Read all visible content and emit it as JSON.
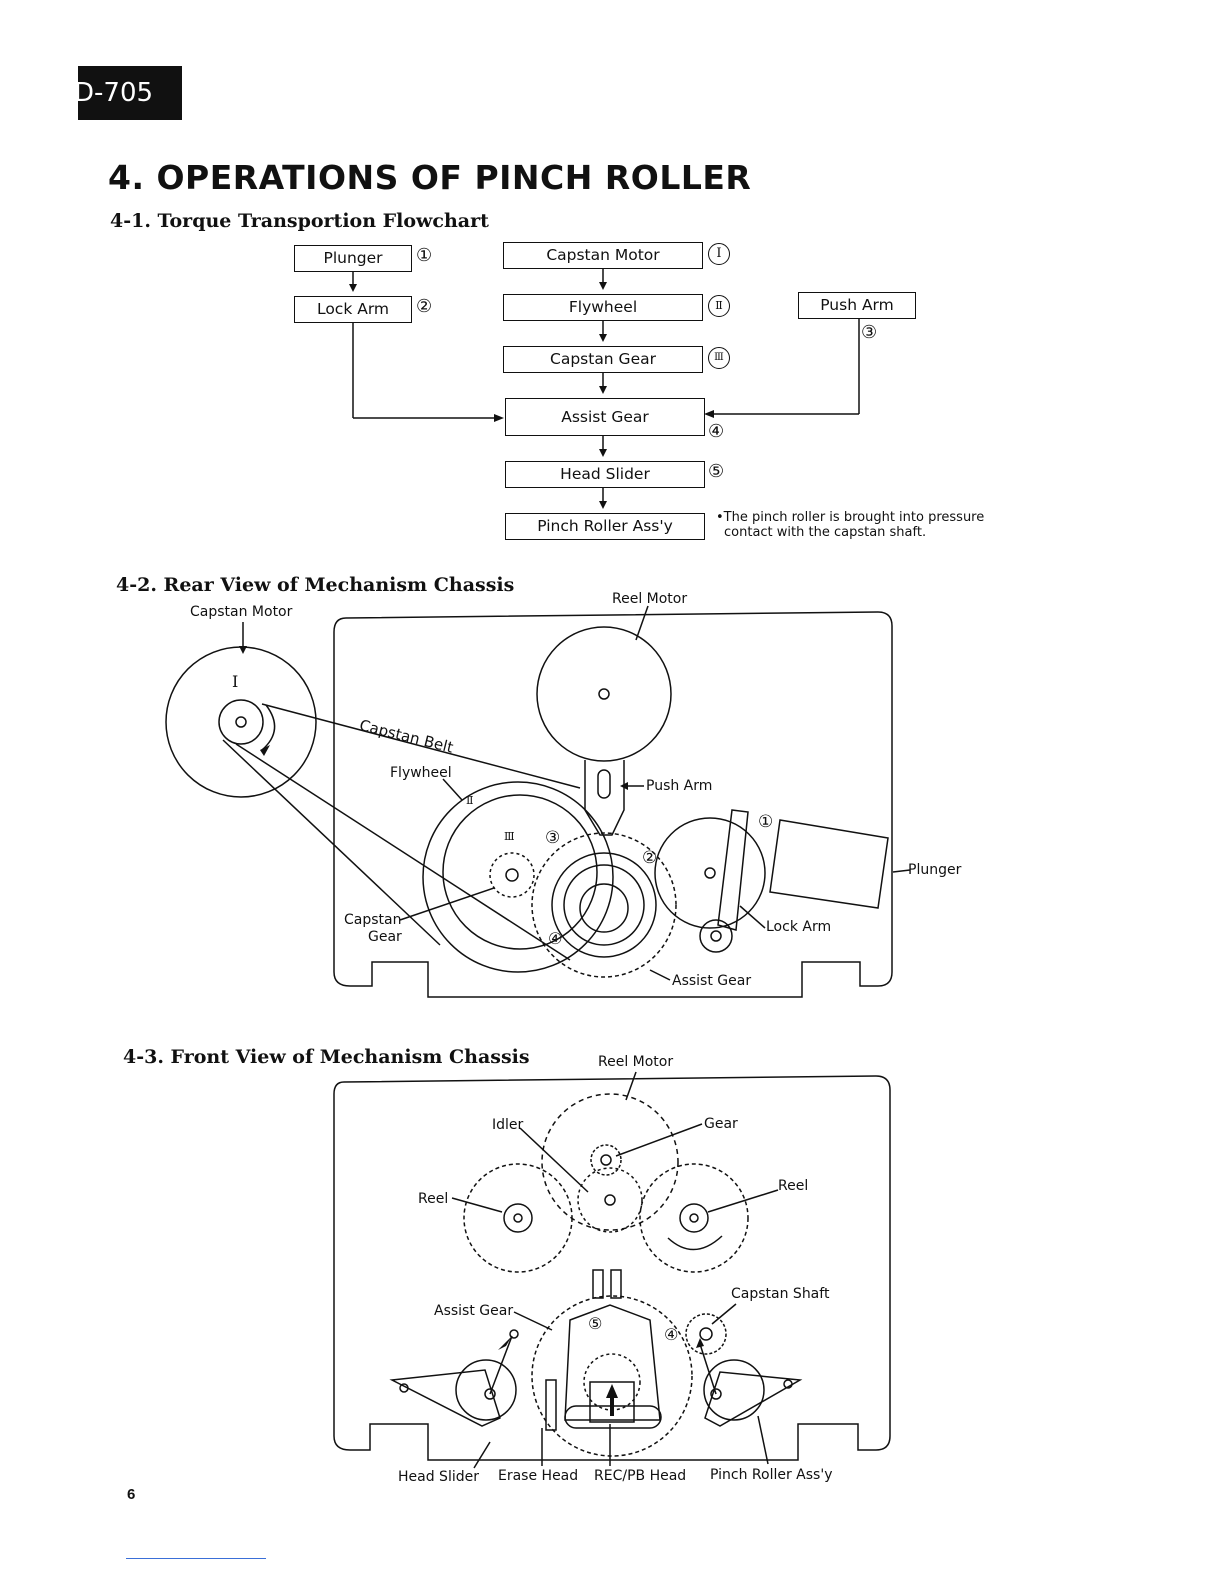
{
  "header": {
    "model_tab": "D-705"
  },
  "page": {
    "title": "4. OPERATIONS OF PINCH ROLLER",
    "page_number": "6"
  },
  "sections": {
    "flowchart_title": "4-1. Torque Transportion Flowchart",
    "rear_view_title": "4-2. Rear View of Mechanism Chassis",
    "front_view_title": "4-3. Front View of Mechanism Chassis"
  },
  "flowchart": {
    "plunger": "Plunger",
    "lock_arm": "Lock Arm",
    "capstan_motor": "Capstan Motor",
    "flywheel": "Flywheel",
    "capstan_gear": "Capstan Gear",
    "assist_gear": "Assist Gear",
    "head_slider": "Head Slider",
    "pinch_roller": "Pinch Roller Ass'y",
    "push_arm": "Push Arm",
    "n1": "①",
    "n2": "②",
    "n3": "③",
    "n4": "④",
    "n5": "⑤",
    "r1": "Ⅰ",
    "r2": "Ⅱ",
    "r3": "Ⅲ",
    "note_line1": "•The pinch roller is brought into pressure",
    "note_line2": "contact with the capstan shaft."
  },
  "rear_view": {
    "capstan_motor": "Capstan Motor",
    "reel_motor": "Reel Motor",
    "capstan_belt": "Capstan Belt",
    "flywheel": "Flywheel",
    "push_arm": "Push Arm",
    "plunger": "Plunger",
    "lock_arm": "Lock Arm",
    "capstan_gear_line1": "Capstan",
    "capstan_gear_line2": "Gear",
    "assist_gear": "Assist Gear",
    "m1": "Ⅰ",
    "m2": "Ⅱ",
    "m3": "Ⅲ",
    "c1": "①",
    "c2": "②",
    "c3": "③",
    "c4": "④"
  },
  "front_view": {
    "reel_motor": "Reel Motor",
    "idler": "Idler",
    "gear": "Gear",
    "reel_left": "Reel",
    "reel_right": "Reel",
    "assist_gear": "Assist Gear",
    "capstan_shaft": "Capstan Shaft",
    "head_slider": "Head Slider",
    "erase_head": "Erase Head",
    "rec_pb_head": "REC/PB Head",
    "pinch_roller": "Pinch Roller Ass'y",
    "c4": "④",
    "c5": "⑤"
  }
}
